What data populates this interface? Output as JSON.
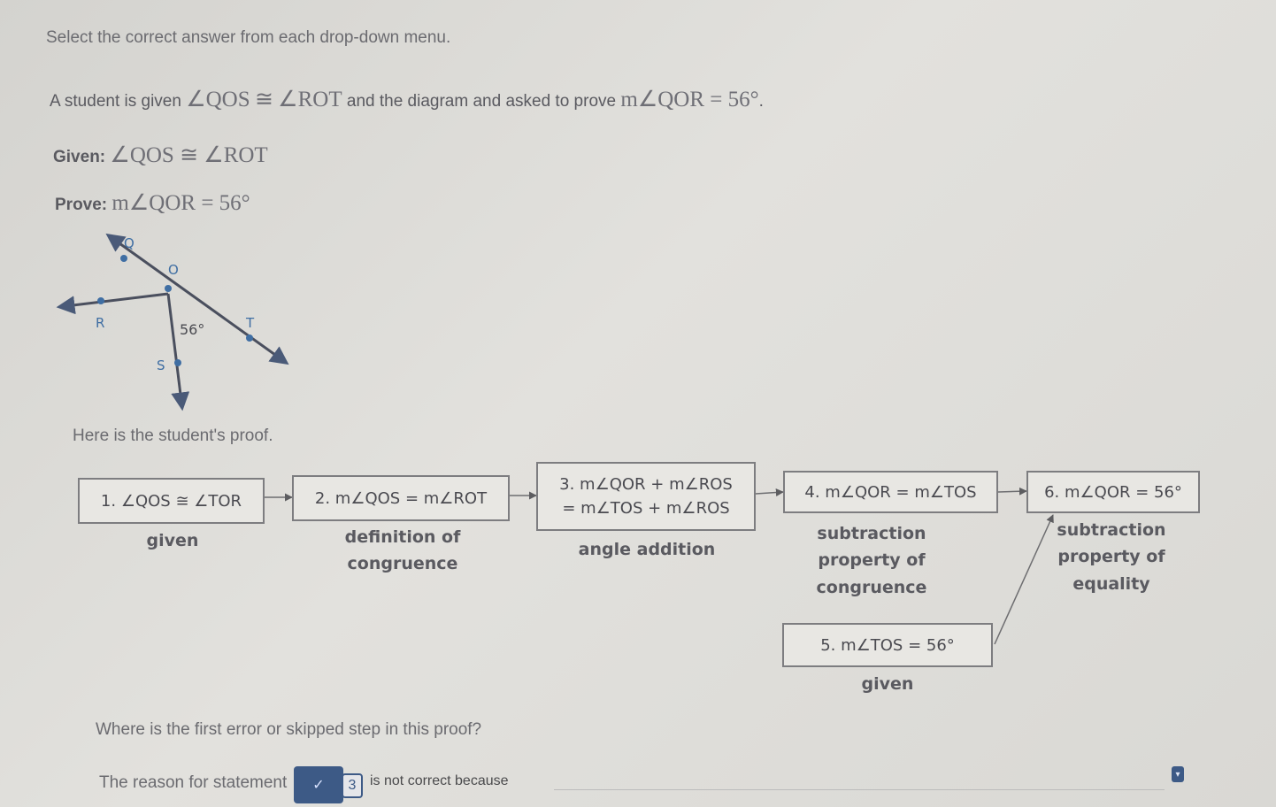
{
  "instruction": "Select the correct answer from each drop-down menu.",
  "intro": {
    "prefix": "A student is given",
    "given_angle_a": "∠QOS",
    "congruent": "≅",
    "given_angle_b": "∠ROT",
    "middle": "and the diagram and asked to prove",
    "prove_expr": "m∠QOR = 56°",
    "suffix": "."
  },
  "given": {
    "label": "Given:",
    "expr": "∠QOS ≅ ∠ROT"
  },
  "prove": {
    "label": "Prove:",
    "expr": "m∠QOR = 56°"
  },
  "diagram": {
    "labels": {
      "Q": "Q",
      "O": "O",
      "R": "R",
      "T": "T",
      "S": "S",
      "angle": "56°"
    }
  },
  "proof_intro": "Here is the student's proof.",
  "proof": {
    "statements": [
      {
        "text": "1. ∠QOS ≅ ∠TOR",
        "reason": "given"
      },
      {
        "text": "2. m∠QOS = m∠ROT",
        "reason": "definition of congruence"
      },
      {
        "text_line1": "3. m∠QOR + m∠ROS",
        "text_line2": "= m∠TOS + m∠ROS",
        "reason": "angle addition"
      },
      {
        "text": "4. m∠QOR = m∠TOS",
        "reason_line1": "subtraction",
        "reason_line2": "property of",
        "reason_line3": "congruence"
      },
      {
        "text": "5. m∠TOS = 56°",
        "reason": "given"
      },
      {
        "text": "6. m∠QOR = 56°",
        "reason_line1": "subtraction",
        "reason_line2": "property of",
        "reason_line3": "equality"
      }
    ],
    "reason2_line1": "definition of",
    "reason2_line2": "congruence"
  },
  "question": "Where is the first error or skipped step in this proof?",
  "answer": {
    "prefix": "The reason for statement",
    "dropdown1_value": "3",
    "dropdown1_check": "✓",
    "middle": "is not correct because",
    "dropdown2_value": ""
  },
  "colors": {
    "accent": "#3d5a86",
    "point": "#3f6ea3"
  }
}
